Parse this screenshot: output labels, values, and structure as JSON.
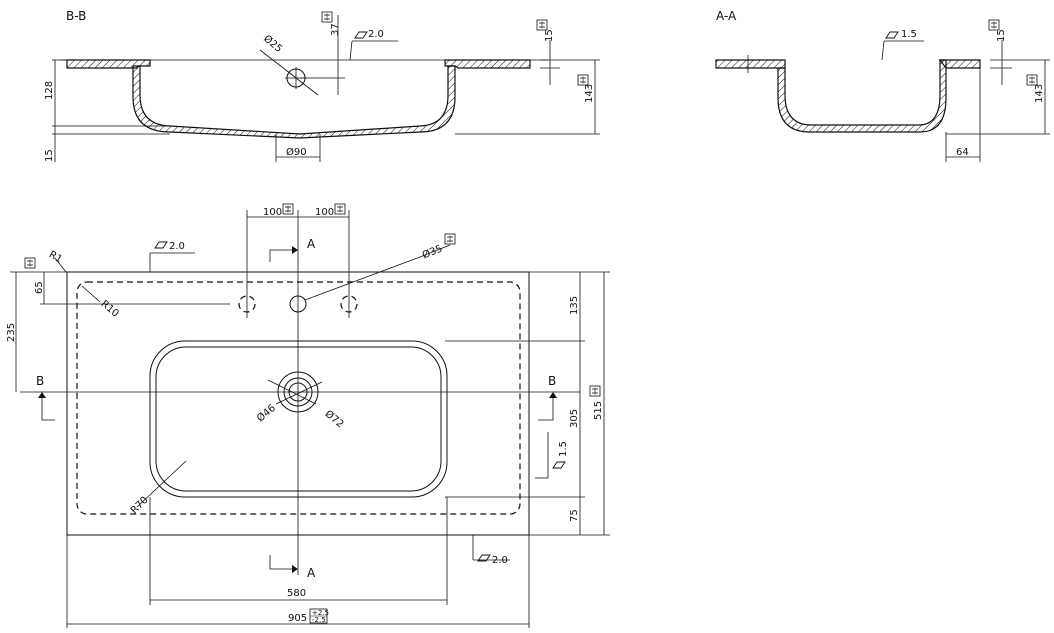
{
  "sections": {
    "bb": {
      "title": "B-B"
    },
    "aa": {
      "title": "A-A"
    },
    "section_marker_a": "A",
    "section_marker_b": "B"
  },
  "dimensions": {
    "bb_37": "37",
    "bb_d25": "Ø25",
    "bb_flat_2": "2.0",
    "bb_15_top": "15",
    "bb_128": "128",
    "bb_143": "143",
    "bb_15_bottom": "15",
    "bb_d90": "Ø90",
    "aa_flat_15": "1.5",
    "aa_15": "15",
    "aa_143": "143",
    "aa_64": "64",
    "plan_100_left": "100",
    "plan_100_right": "100",
    "plan_flat_2_top": "2.0",
    "plan_d35": "Ø35",
    "plan_r1": "R1",
    "plan_65": "65",
    "plan_r10": "R10",
    "plan_235": "235",
    "plan_135": "135",
    "plan_305": "305",
    "plan_515": "515",
    "plan_flat_15": "1.5",
    "plan_75": "75",
    "plan_d46": "Ø46",
    "plan_d72": "Ø72",
    "plan_r70": "R70",
    "plan_flat_2_bottom": "2.0",
    "plan_580": "580",
    "plan_905": "905",
    "tol_905_upper": "+2.5",
    "tol_905_lower": "-2.5"
  },
  "colors": {
    "line": "#111111",
    "background": "#ffffff"
  }
}
